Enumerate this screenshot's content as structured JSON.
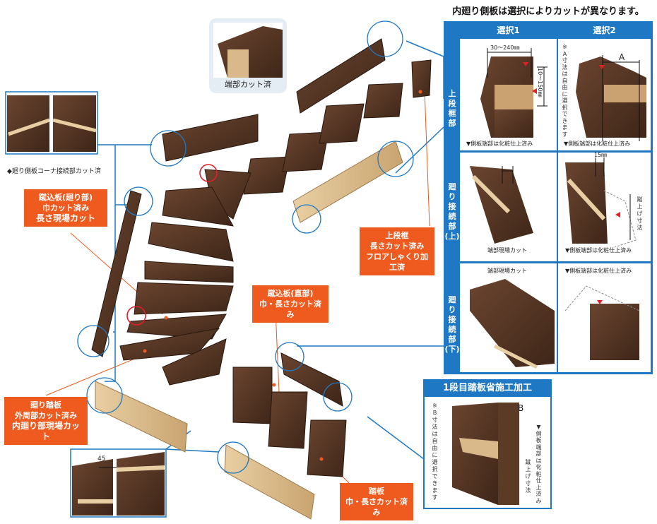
{
  "header": {
    "title": "内廻り側板は選択によりカットが異なります。"
  },
  "columns": {
    "option1": "選択1",
    "option2": "選択2"
  },
  "rows": {
    "upper": [
      "上",
      "段",
      "框",
      "部"
    ],
    "mid": [
      "廻",
      "り",
      "接",
      "続",
      "部",
      "(上)"
    ],
    "lower": [
      "廻",
      "り",
      "接",
      "続",
      "部",
      "(下)"
    ]
  },
  "dimensions": {
    "width_range": "30～240㎜",
    "depth_range": "10～150㎜",
    "a_mark": "A",
    "fifteen": "15㎜",
    "b_mark": "B",
    "a_note_chars": [
      "※",
      "A",
      "寸",
      "法",
      "は",
      "自",
      "由",
      "に",
      "選",
      "択",
      "で",
      "き",
      "ま",
      "す"
    ],
    "kaiage_chars": [
      "蹴",
      "上",
      "げ",
      "寸",
      "法"
    ]
  },
  "captions": {
    "end_cut_done": "端部カット済",
    "corner_cut": "◆廻り側板コーナ接続部カット済",
    "finish_1": "▼側板端部は化粧仕上済み",
    "finish_2": "▼側板端部は化粧仕上済み",
    "site_cut_1": "端部現場カット",
    "finish_3": "▼側板端部は化粧仕上済み",
    "site_cut_2": "端部現場カット",
    "finish_4": "▼側板端部は化粧仕上済み",
    "forty_five": "45"
  },
  "tags": {
    "riser_curve": [
      "蹴込板(廻り部)",
      "巾カット済み",
      "長さ現場カット"
    ],
    "upper_frame": [
      "上段框",
      "長さカット済み",
      "フロアしゃくり加工済"
    ],
    "riser_straight": [
      "蹴込板(直部)",
      "巾・長さカット済み"
    ],
    "winder_tread": [
      "廻り踏板",
      "外周部カット済み",
      "内廻り部現場カット"
    ],
    "tread": [
      "踏板",
      "巾・長さカット済み"
    ]
  },
  "first_step": {
    "title": "1段目踏板省施工加工",
    "b_note_chars": [
      "※",
      "B",
      "寸",
      "法",
      "は",
      "自",
      "由",
      "に",
      "選",
      "択",
      "で",
      "き",
      "ま",
      "す"
    ],
    "finish_chars": [
      "▼",
      "側",
      "板",
      "端",
      "部",
      "は",
      "化",
      "粧",
      "仕",
      "上",
      "済",
      "み"
    ],
    "kaiage_chars": [
      "蹴",
      "上",
      "げ",
      "寸",
      "法"
    ]
  },
  "colors": {
    "accent": "#ef5a1e",
    "header_blue": "#1e78c3",
    "wood": "#4a2e1e",
    "light_wood": "#d9b98a"
  }
}
